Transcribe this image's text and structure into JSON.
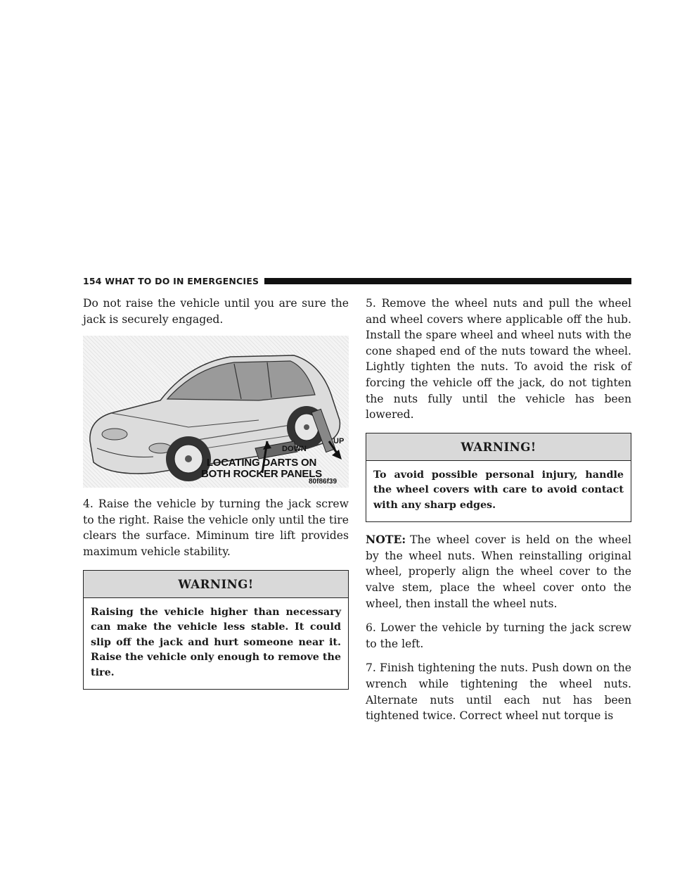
{
  "header": {
    "title": "154   WHAT TO DO IN EMERGENCIES"
  },
  "left": {
    "intro": "Do not raise the vehicle until you are sure the jack is securely engaged.",
    "figure": {
      "down_label": "DOWN",
      "up_label": "UP",
      "caption_line1": "LOCATING DARTS ON",
      "caption_line2": "BOTH ROCKER PANELS",
      "code": "80f86f39"
    },
    "step4": "4. Raise the vehicle by turning the jack screw to the right. Raise the vehicle only until the tire clears the surface. Miminum tire lift provides maximum vehicle stability.",
    "warning": {
      "title": "WARNING!",
      "body": "Raising the vehicle higher than necessary can make the vehicle less stable. It could slip off the jack and hurt someone near it. Raise the vehicle only enough to remove the tire."
    }
  },
  "right": {
    "step5": "5. Remove the wheel nuts and pull the wheel and wheel covers where applicable off the hub. Install the spare wheel and wheel nuts with the cone shaped end of the nuts toward the wheel. Lightly tighten the nuts. To avoid the risk of forcing the vehicle off the jack, do not tighten the nuts fully until the vehicle has been lowered.",
    "warning": {
      "title": "WARNING!",
      "body": "To avoid possible personal injury, handle the wheel covers with care to avoid contact with any sharp edges."
    },
    "note_label": "NOTE:",
    "note_text": "The wheel cover is held on the wheel by the wheel nuts. When reinstalling original wheel, properly align the wheel cover to the valve stem, place the wheel cover onto the wheel, then install the wheel nuts.",
    "step6": "6. Lower the vehicle by turning the jack screw to the left.",
    "step7": "7. Finish tightening the nuts. Push down on the wrench while tightening the wheel nuts. Alternate nuts until each nut has been tightened twice. Correct wheel nut torque is"
  }
}
